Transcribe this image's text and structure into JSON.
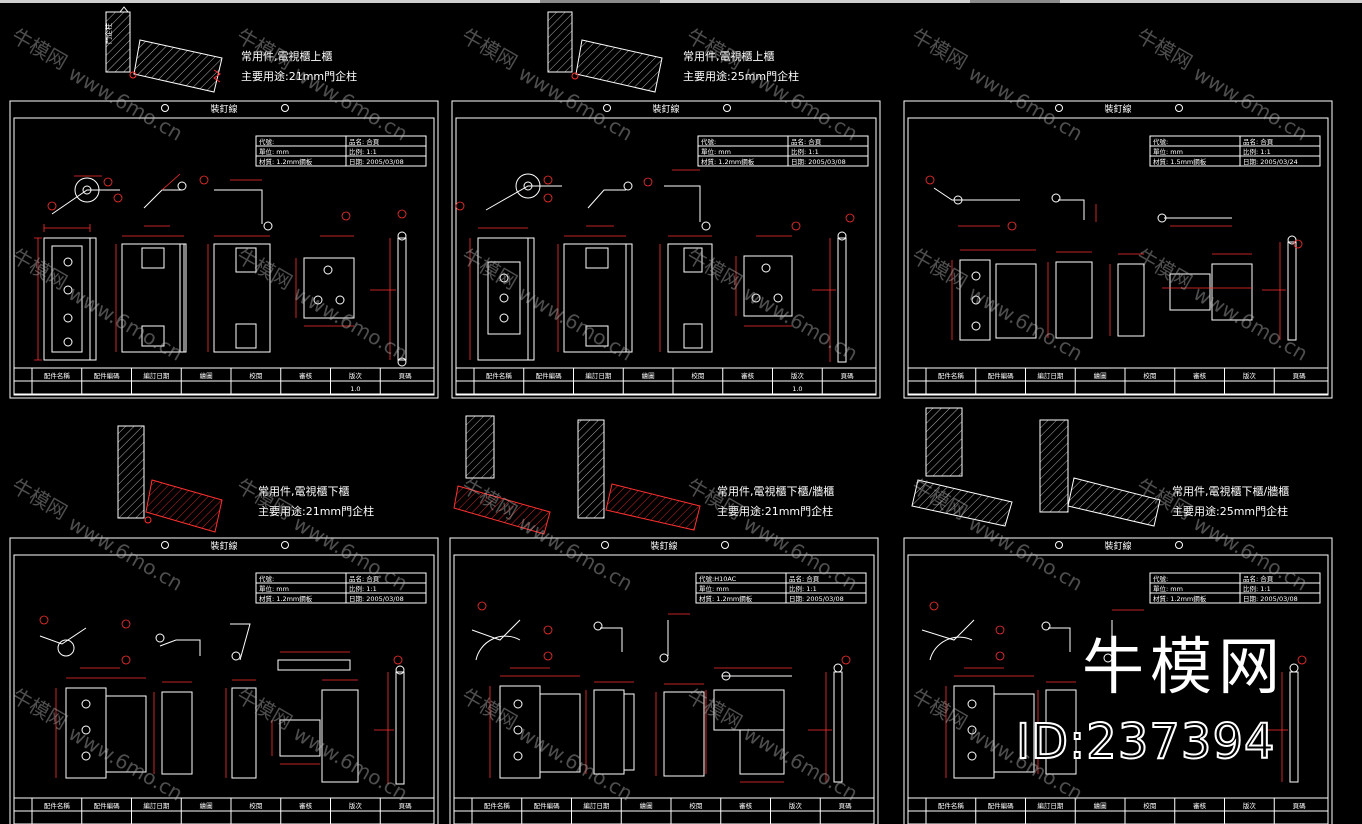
{
  "sheet_header": "裝釘線",
  "panels": [
    {
      "caption_line1": "常用件,電視櫃上櫃",
      "caption_line2": "主要用途:21mm門企柱",
      "code": "",
      "name": "合頁",
      "unit": "mm",
      "scale": "1:1",
      "material": "1.2mm鋼板",
      "date": "2005/03/08",
      "version": "1.0"
    },
    {
      "caption_line1": "常用件,電視櫃上櫃",
      "caption_line2": "主要用途:25mm門企柱",
      "code": "",
      "name": "合頁",
      "unit": "mm",
      "scale": "1:1",
      "material": "1.2mm鋼板",
      "date": "2005/03/08",
      "version": "1.0"
    },
    {
      "caption_line1": "",
      "caption_line2": "",
      "code": "",
      "name": "合頁",
      "unit": "mm",
      "scale": "1:1",
      "material": "1.5mm鋼板",
      "date": "2005/03/24",
      "version": ""
    },
    {
      "caption_line1": "常用件,電視櫃下櫃",
      "caption_line2": "主要用途:21mm門企柱",
      "code": "",
      "name": "合頁",
      "unit": "mm",
      "scale": "1:1",
      "material": "1.2mm鋼板",
      "date": "2005/03/08",
      "version": ""
    },
    {
      "caption_line1": "常用件,電視櫃下櫃/牆櫃",
      "caption_line2": "主要用途:21mm門企柱",
      "code": "H10AC",
      "name": "合頁",
      "unit": "mm",
      "scale": "1:1",
      "material": "1.2mm鋼板",
      "date": "2005/03/08",
      "version": ""
    },
    {
      "caption_line1": "常用件,電視櫃下櫃/牆櫃",
      "caption_line2": "主要用途:25mm門企柱",
      "code": "",
      "name": "合頁",
      "unit": "mm",
      "scale": "1:1",
      "material": "1.2mm鋼板",
      "date": "2005/03/08",
      "version": ""
    }
  ],
  "title_block_labels": {
    "code": "代號:",
    "name": "品名:",
    "unit": "單位:",
    "scale": "比例:",
    "material": "材質:",
    "date": "日期:"
  },
  "footer_labels": [
    "配件名稱",
    "配件編碼",
    "編訂日期",
    "繪圖",
    "校閱",
    "審核",
    "版次",
    "頁碼"
  ],
  "side_label": "門企柱",
  "watermark": {
    "logo": "牛模网",
    "id": "ID:237394",
    "repeat_cn": "牛模网",
    "repeat_url": "www.6mo.cn"
  },
  "colors": {
    "background": "#000000",
    "line": "#ffffff",
    "dim": "#ff2020",
    "text": "#ffffff",
    "hatch": "#ffffff"
  }
}
